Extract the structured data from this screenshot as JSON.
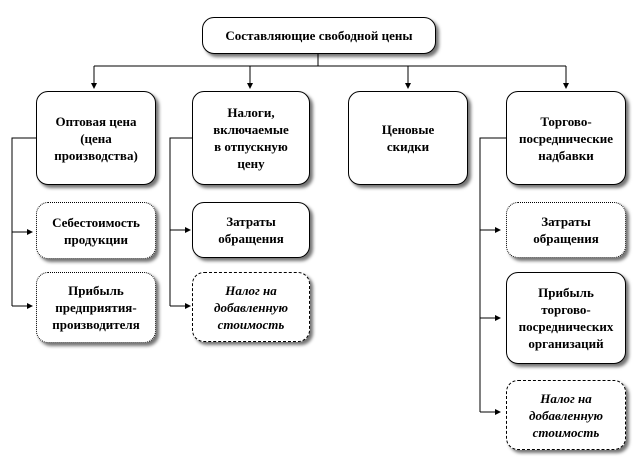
{
  "diagram": {
    "root": "Составляющие свободной цены",
    "branches": [
      {
        "label": "Оптовая цена\n(цена\nпроизводства)",
        "children": [
          "Себестоимость\nпродукции",
          "Прибыль\nпредприятия-\nпроизводителя"
        ]
      },
      {
        "label": "Налоги,\nвключаемые\nв отпускную\nцену",
        "children": [
          "Затраты\nобращения",
          "Налог на\nдобавленную\nстоимость"
        ]
      },
      {
        "label": "Ценовые\nскидки",
        "children": []
      },
      {
        "label": "Торгово-\nпосреднические\nнадбавки",
        "children": [
          "Затраты\nобращения",
          "Прибыль\nторгово-\nпосреднических\nорганизаций",
          "Налог на\nдобавленную\nстоимость"
        ]
      }
    ]
  }
}
